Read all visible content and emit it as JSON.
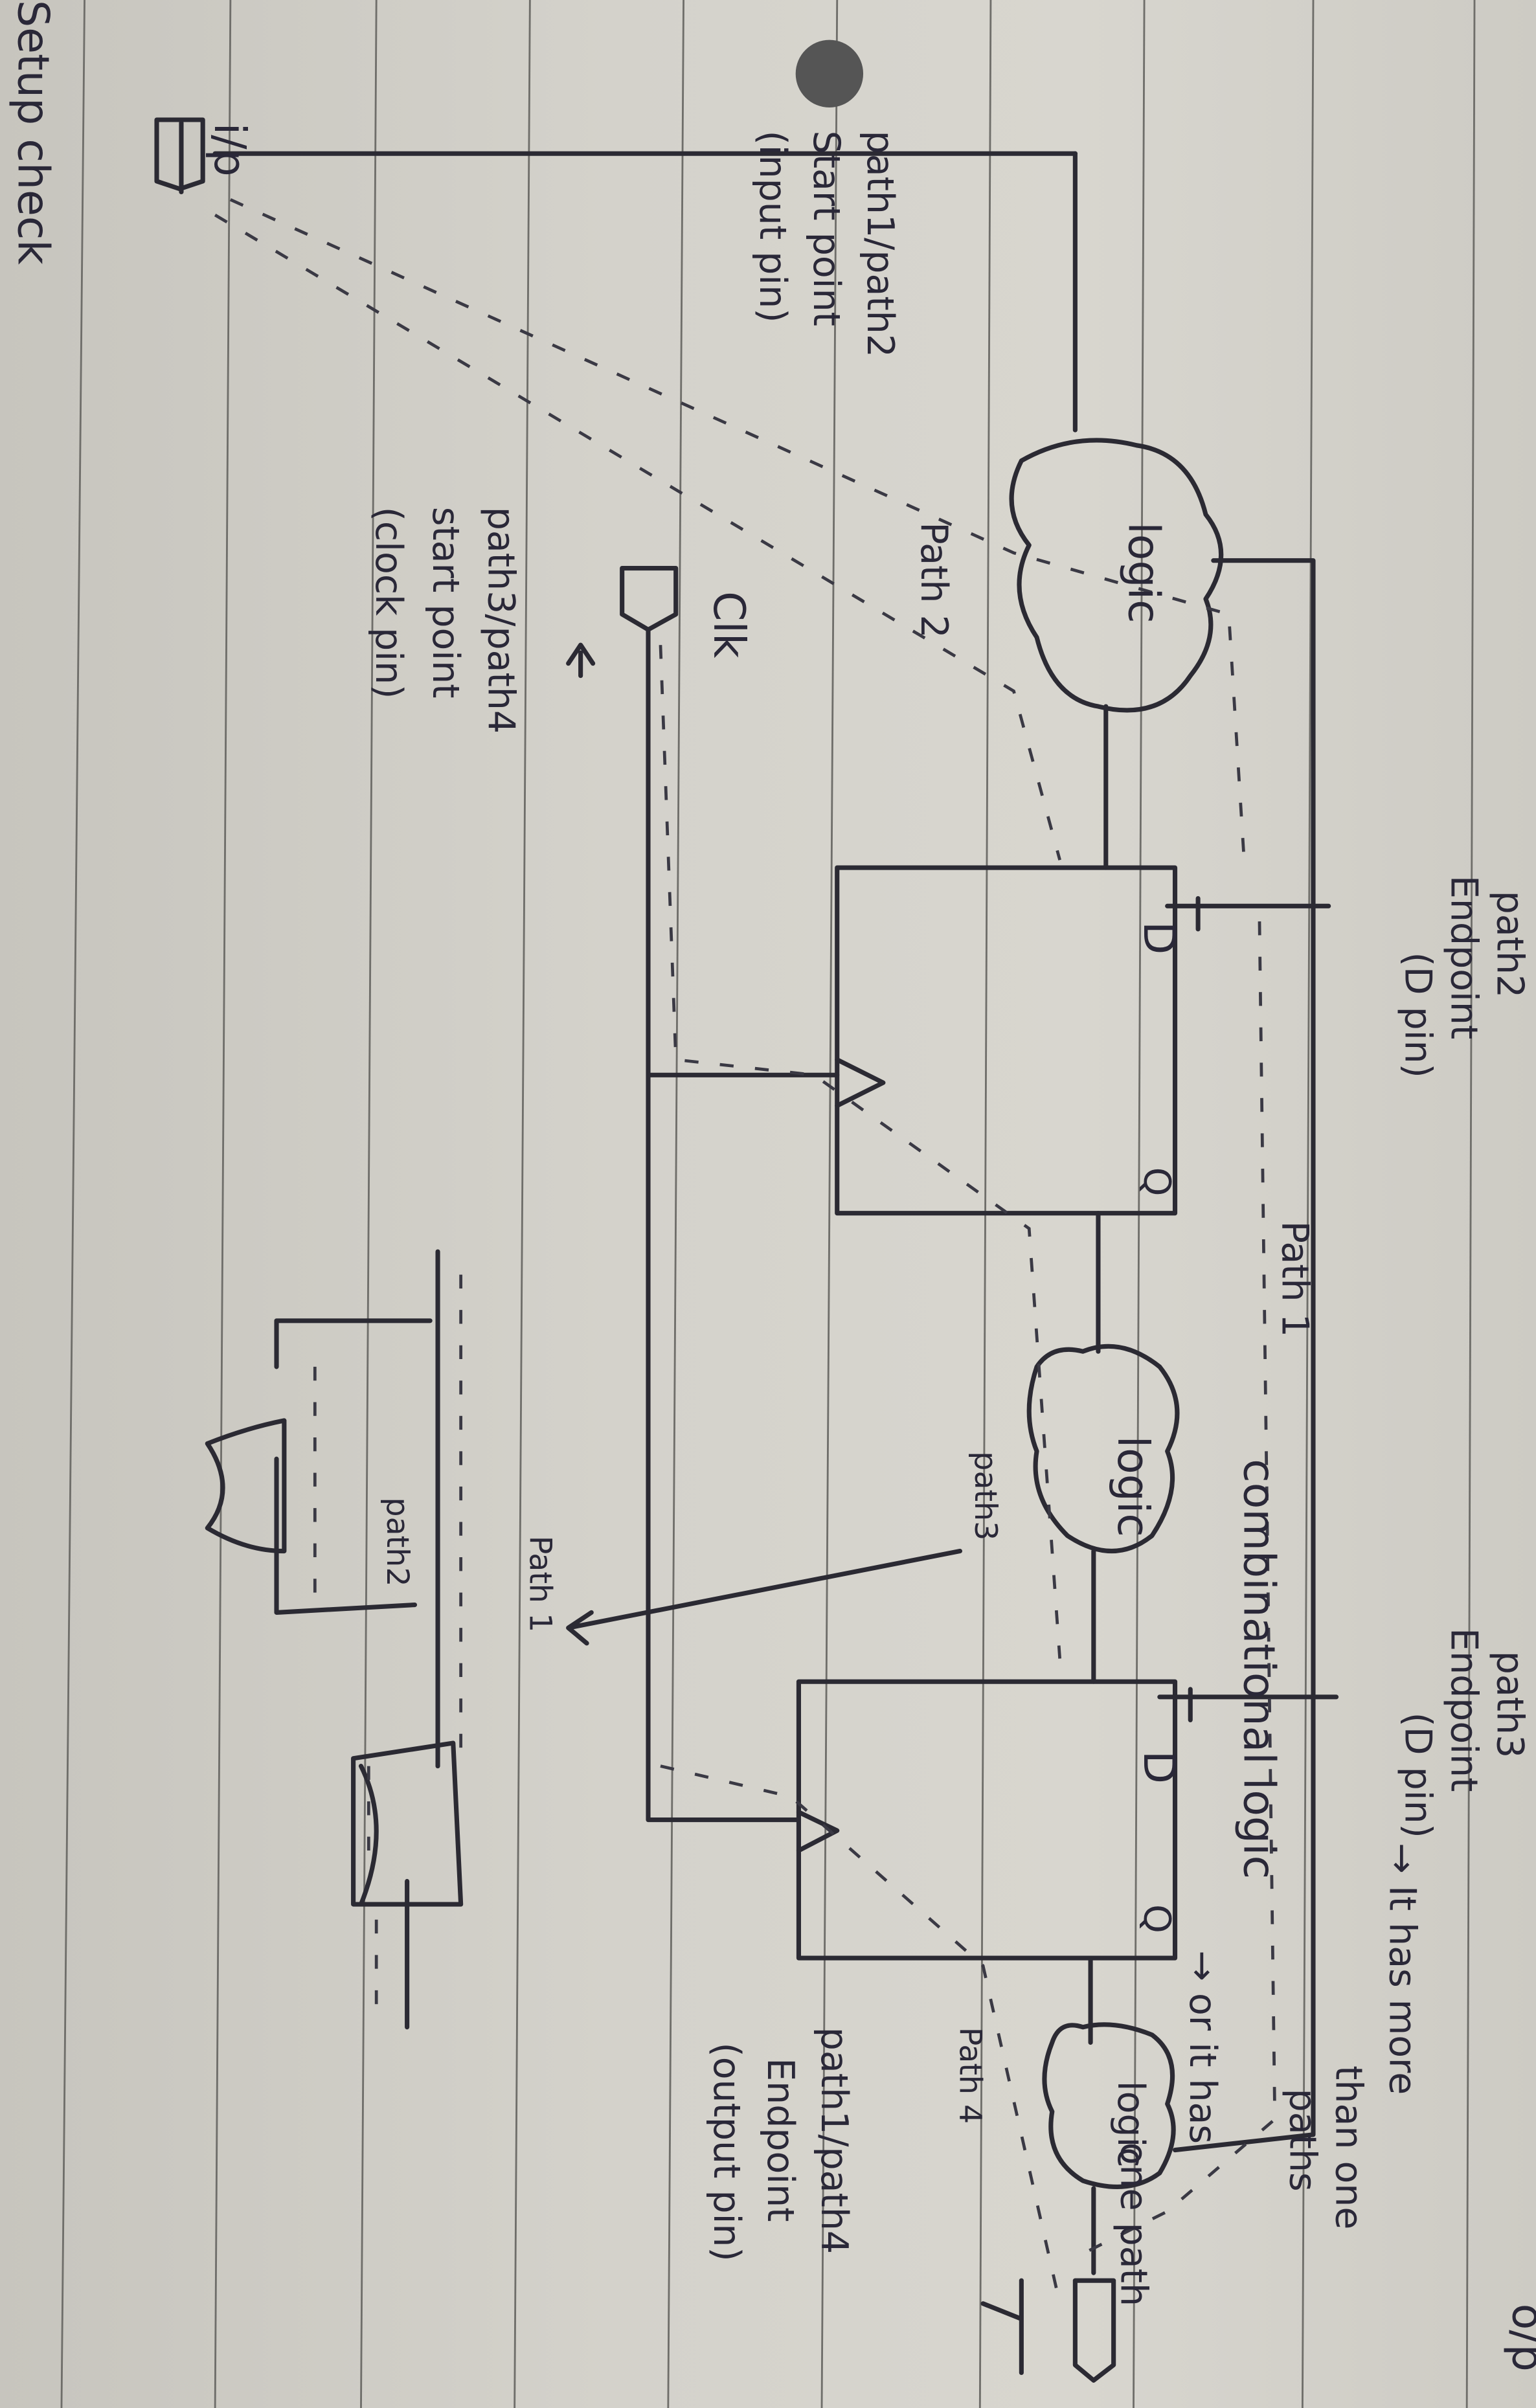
{
  "heading": "Setup check",
  "input_pin": {
    "label": "i/p",
    "note": [
      "path1/path2",
      "Start point",
      "(input pin)"
    ]
  },
  "output_pin": {
    "label": "o/p",
    "note": [
      "path1/path4",
      "Endpoint",
      "(output pin)"
    ]
  },
  "clock_pin": {
    "label": "Clk",
    "note": [
      "path3/path4",
      "start point",
      "(clock pin)"
    ]
  },
  "logic_blocks": [
    "logic",
    "logic",
    "logic"
  ],
  "flipflops": [
    {
      "d": "D",
      "q": "Q"
    },
    {
      "d": "D",
      "q": "Q"
    }
  ],
  "endpoint_ff1": [
    "path2",
    "Endpoint",
    "(D pin)"
  ],
  "endpoint_ff2": [
    "path3",
    "Endpoint",
    "(D pin)"
  ],
  "path_labels": {
    "path2_top": "Path 2",
    "path1_top": "Path 1",
    "path3": "path3",
    "path4": "Path 4",
    "path1_gates": "Path 1",
    "path2_gates": "path2"
  },
  "notes": {
    "more": [
      "→ It has more",
      "than one",
      "paths"
    ],
    "comb": "combinational logic",
    "one": [
      "→ or it has",
      "one path"
    ]
  },
  "colors": {
    "ink": "#2b2a33",
    "paper": "#d4d2cb"
  }
}
